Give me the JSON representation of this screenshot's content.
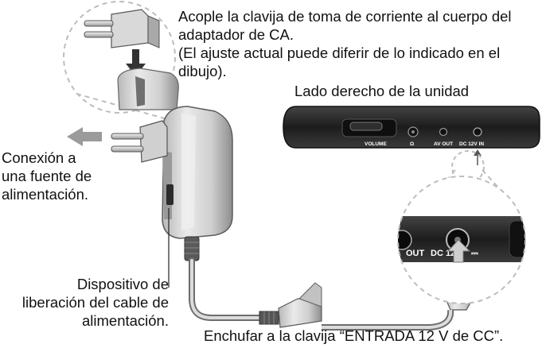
{
  "instructions": {
    "attach_plug": [
      "Acople la clavija de toma de corriente al cuerpo del",
      "adaptador de CA.",
      "(El ajuste actual puede diferir de lo indicado en el",
      "dibujo)."
    ],
    "right_side_title": "Lado derecho de la unidad",
    "power_connection": [
      "Conexión a",
      "una fuente de",
      "alimentación."
    ],
    "release_device": [
      "Dispositivo de",
      "liberación del cable de",
      "alimentación."
    ],
    "plug_in": "Enchufar a la clavija “ENTRADA 12 V de CC”."
  },
  "device_labels": {
    "volume": "VOLUME",
    "headphone": "Ω",
    "av_out": "AV OUT",
    "dc_in": "DC 12V IN",
    "zoom_out": "OUT",
    "zoom_dc": "DC 12",
    "dc_symbol": "⎓"
  },
  "icons": [
    "down-arrow-icon",
    "left-arrow-icon",
    "up-arrow-icon",
    "euro-plug-icon",
    "ac-adapter-icon"
  ]
}
